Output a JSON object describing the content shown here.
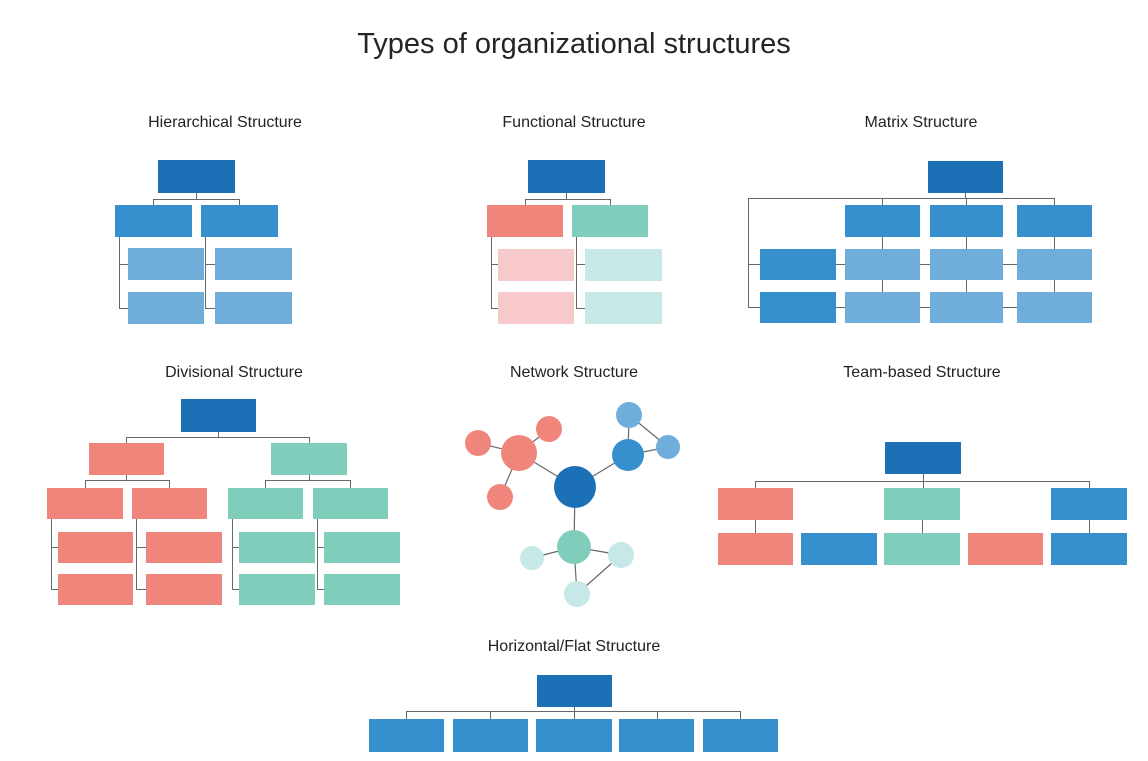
{
  "title": "Types of organizational structures",
  "panels": {
    "hierarchical": {
      "label": "Hierarchical Structure",
      "box_count": 7
    },
    "functional": {
      "label": "Functional Structure",
      "box_count": 7
    },
    "matrix": {
      "label": "Matrix Structure",
      "box_count": 12
    },
    "divisional": {
      "label": "Divisional Structure",
      "box_count": 15
    },
    "network": {
      "label": "Network Structure",
      "node_count": 12
    },
    "team_based": {
      "label": "Team-based Structure",
      "box_count": 9
    },
    "horizontal_flat": {
      "label": "Horizontal/Flat Structure",
      "box_count": 6
    }
  },
  "palette": {
    "dark_blue": "#1B70B6",
    "medium_blue": "#3690CE",
    "light_blue": "#6FAEDB",
    "salmon": "#F0867B",
    "light_salmon": "#F8C9CA",
    "teal": "#7FCDBA",
    "light_teal": "#C6E8E7",
    "connector": "#66696c"
  }
}
